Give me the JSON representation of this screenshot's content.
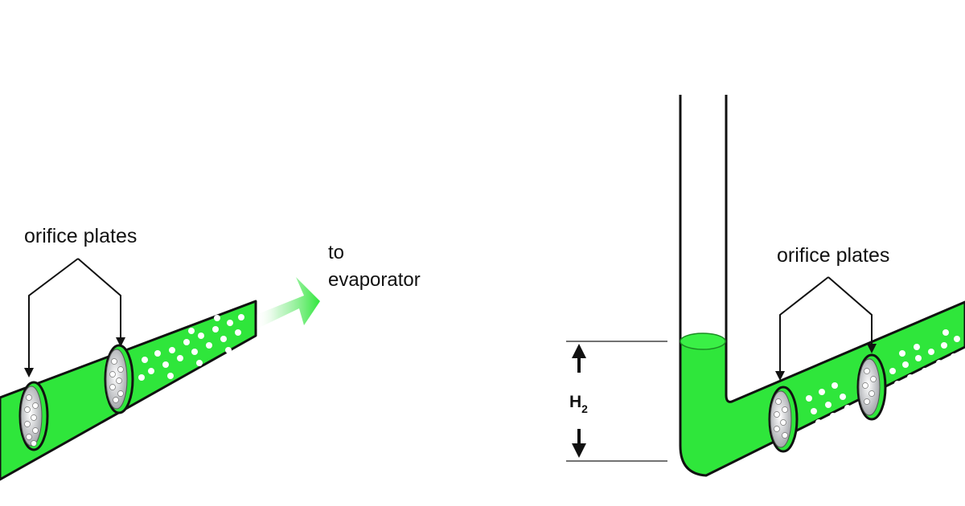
{
  "left_panel": {
    "orifice_label": "orifice plates",
    "destination_line1": "to",
    "destination_line2": "evaporator"
  },
  "right_panel": {
    "orifice_label": "orifice plates",
    "height_label": "H",
    "height_subscript": "2"
  },
  "colors": {
    "liquid": "#2fe63b",
    "outline": "#111111",
    "bubble": "#ffffff",
    "plate": "#9ea0a6"
  }
}
